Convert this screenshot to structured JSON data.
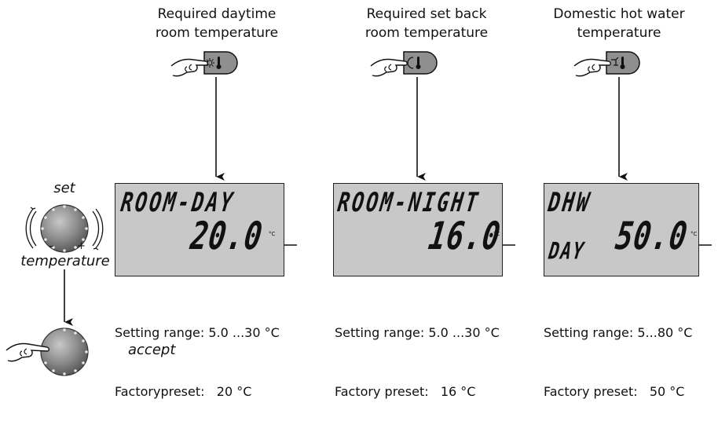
{
  "columns": [
    {
      "heading": "Required daytime\nroom temperature",
      "lcd_title": "ROOM-DAY",
      "lcd_sub": "",
      "lcd_value": "20.0",
      "lcd_unit": "°C",
      "range_line": "Setting range: 5.0 ...30 °C",
      "preset_line": "Factorypreset:   20 °C",
      "button_icon": "sun-thermometer-icon"
    },
    {
      "heading": "Required set back\nroom temperature",
      "lcd_title": "ROOM-NIGHT",
      "lcd_sub": "",
      "lcd_value": "16.0",
      "lcd_unit": "°C",
      "range_line": "Setting range: 5.0 ...30 °C",
      "preset_line": "Factory preset:   16 °C",
      "button_icon": "moon-thermometer-icon"
    },
    {
      "heading": "Domestic hot water\ntemperature",
      "lcd_title": "DHW",
      "lcd_sub": "DAY",
      "lcd_value": "50.0",
      "lcd_unit": "°C",
      "range_line": "Setting range: 5...80 °C",
      "preset_line": "Factory preset:   50 °C",
      "button_icon": "tap-thermometer-icon"
    }
  ],
  "left": {
    "set_label": "set",
    "temperature_label": "temperature",
    "minus": "–",
    "plus": "+",
    "accept_label": "accept"
  },
  "colors": {
    "lcd_bg": "#c8c8c8",
    "button_bg": "#8f8f8f",
    "knob": "#8a8a8a"
  }
}
